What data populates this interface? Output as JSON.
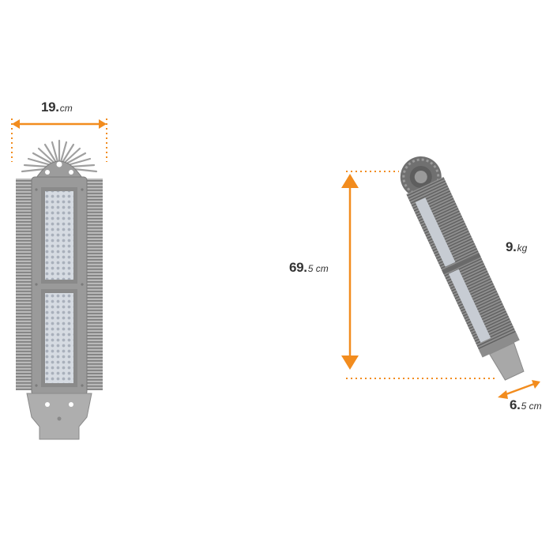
{
  "colors": {
    "accent": "#f28c1e",
    "fixture_body": "#9a9a9a",
    "fixture_dark": "#6e6e6e",
    "led_panel": "#c9ced6"
  },
  "width_dim": {
    "number": "19.",
    "unit": "cm"
  },
  "height_dim": {
    "number": "69.",
    "decimal_unit": "5 cm"
  },
  "weight_dim": {
    "number": "9.",
    "unit": "kg"
  },
  "depth_dim": {
    "number": "6.",
    "decimal_unit": "5 cm"
  }
}
